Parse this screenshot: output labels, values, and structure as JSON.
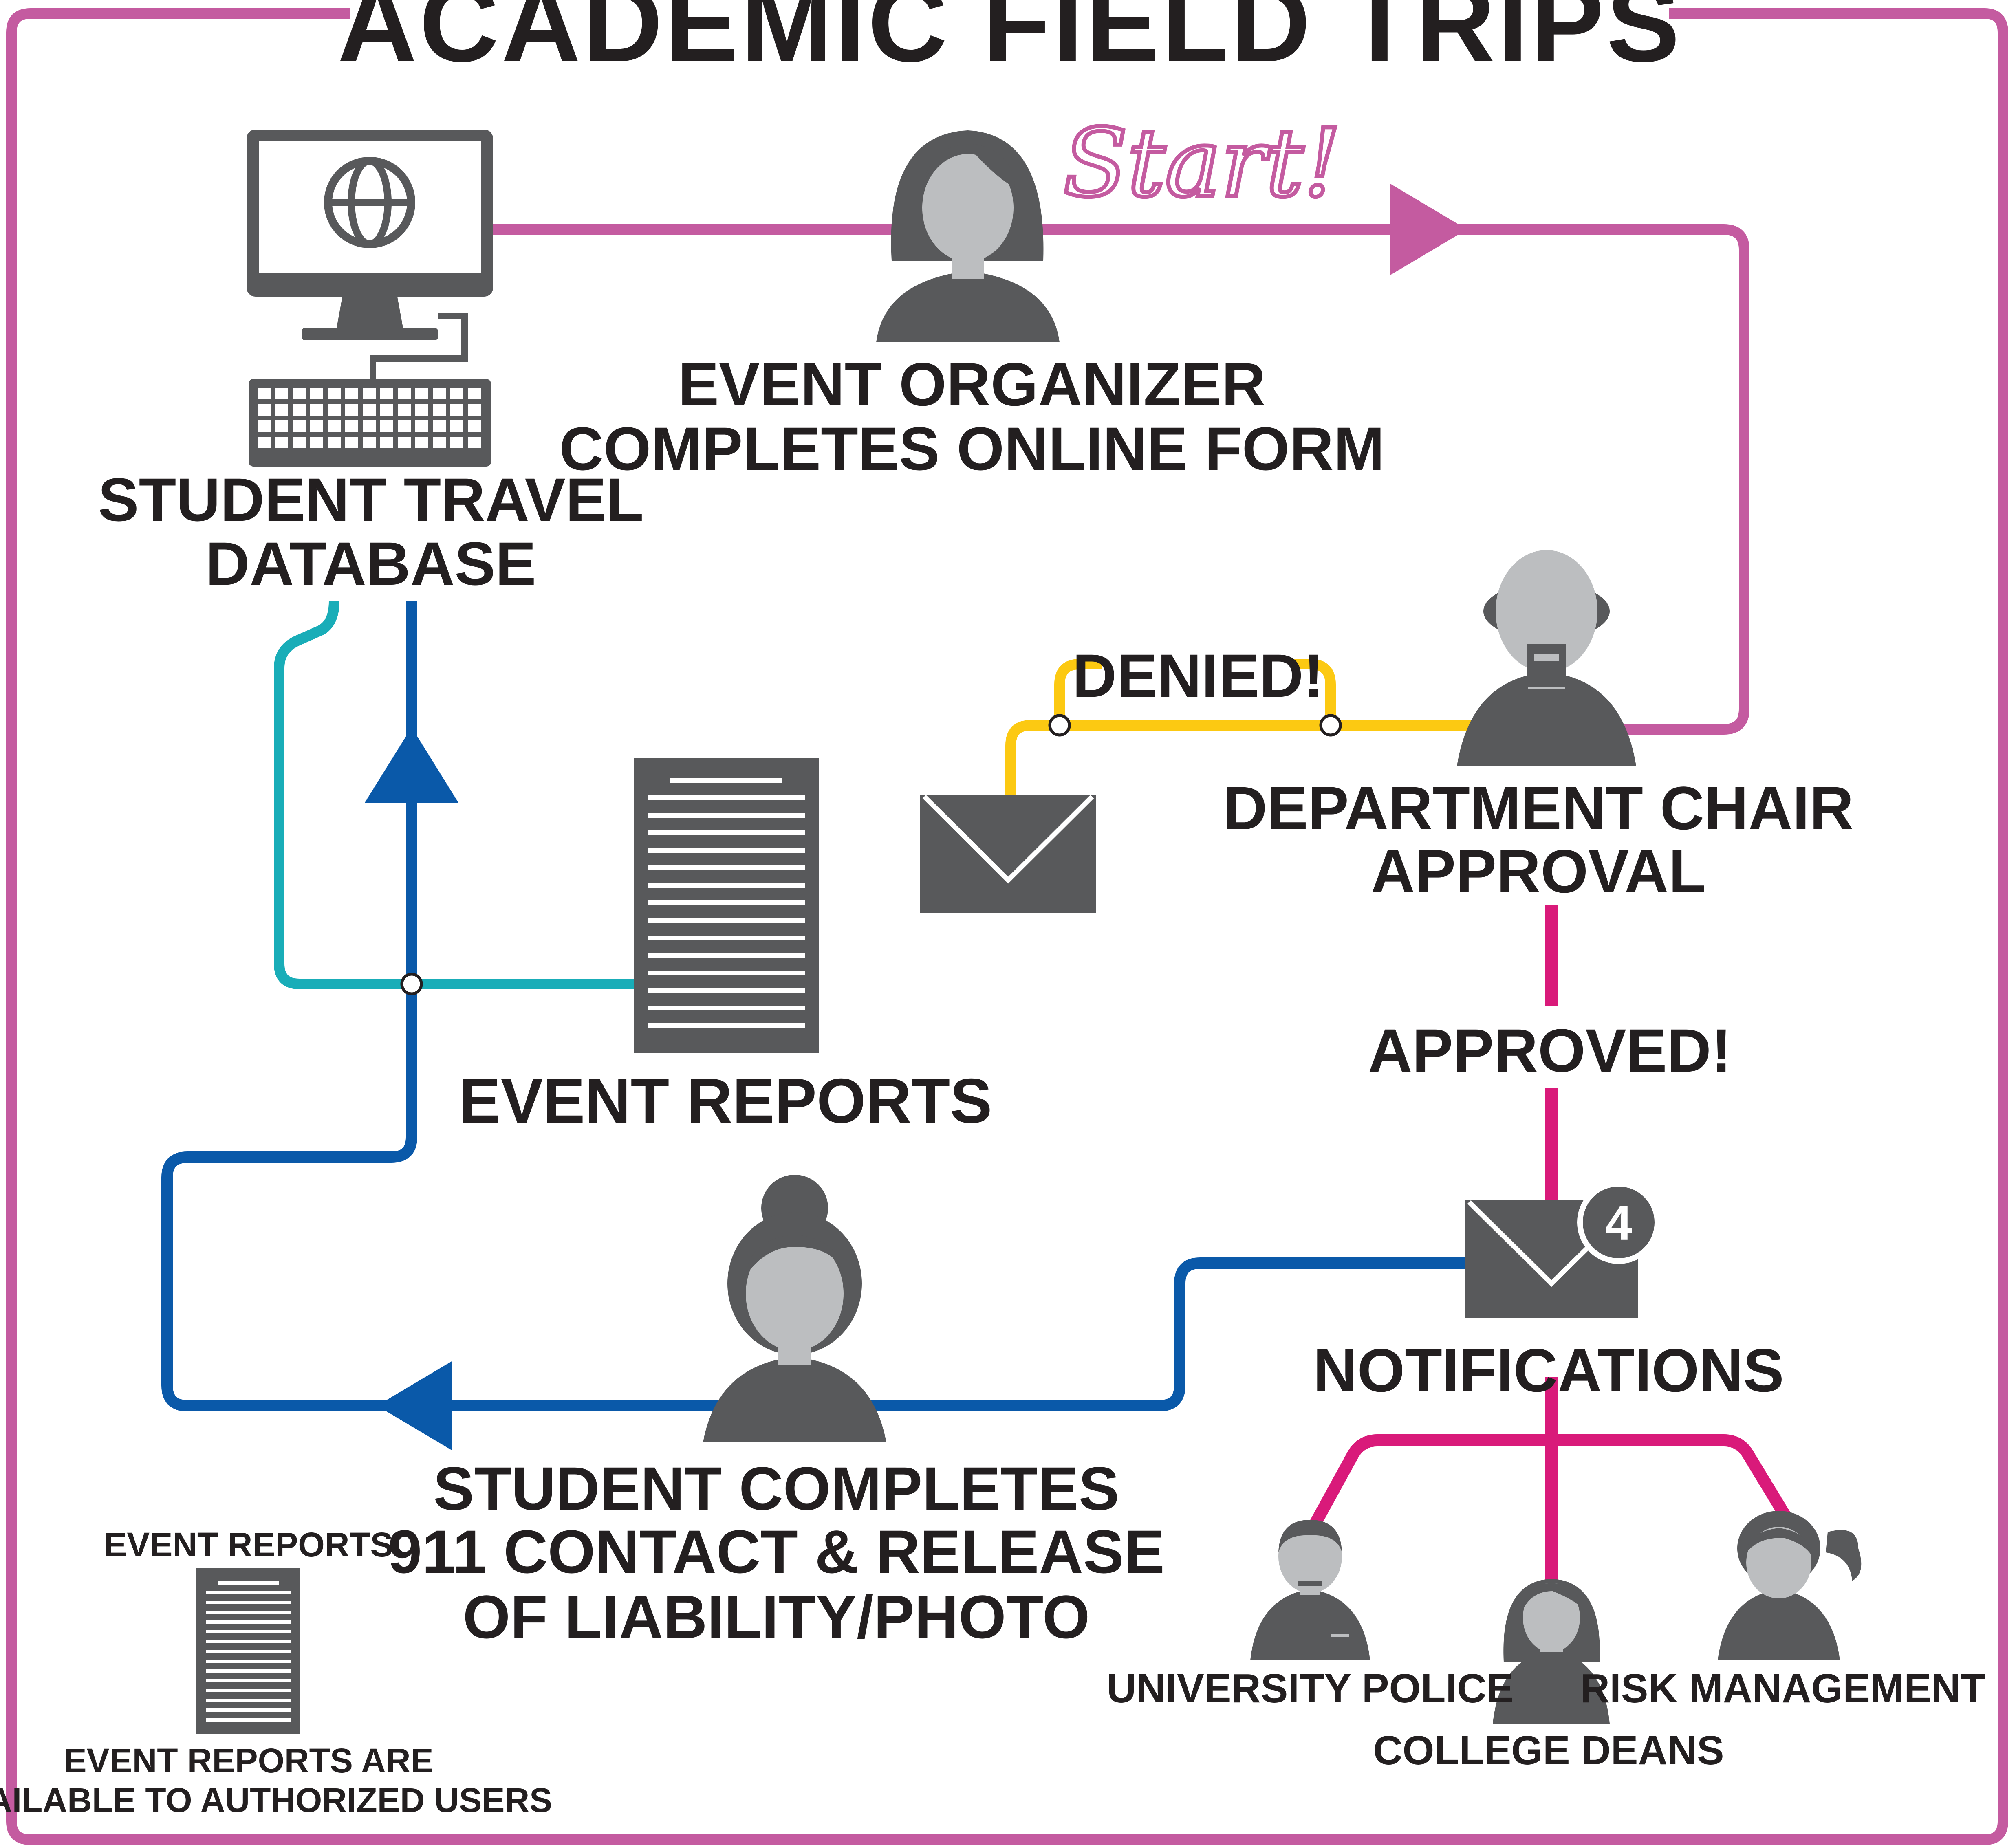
{
  "title": "ACADEMIC FIELD TRIPS",
  "start_label": "Start!",
  "nodes": {
    "database": {
      "label_line1": "STUDENT TRAVEL",
      "label_line2": "DATABASE",
      "icon": "computer-icon"
    },
    "organizer": {
      "label_line1": "EVENT ORGANIZER",
      "label_line2": "COMPLETES ONLINE FORM",
      "icon": "person-icon"
    },
    "chair": {
      "label_line1": "DEPARTMENT CHAIR",
      "label_line2": "APPROVAL",
      "icon": "person-icon"
    },
    "event_reports": {
      "label": "EVENT REPORTS",
      "icon": "document-icon"
    },
    "notifications": {
      "label": "NOTIFICATIONS",
      "badge": "4",
      "icon": "envelope-icon"
    },
    "student": {
      "label_line1": "STUDENT COMPLETES",
      "label_line2": "911 CONTACT & RELEASE",
      "label_line3": "OF LIABILITY/PHOTO",
      "icon": "person-icon"
    },
    "police": {
      "label": "UNIVERSITY POLICE"
    },
    "deans": {
      "label": "COLLEGE DEANS"
    },
    "risk": {
      "label": "RISK MANAGEMENT"
    }
  },
  "edges": {
    "denied": "DENIED!",
    "approved": "APPROVED!"
  },
  "legend": {
    "title": "EVENT REPORTS",
    "note_line1": "EVENT REPORTS ARE",
    "note_line2": "AVAILABLE TO AUTHORIZED USERS"
  },
  "colors": {
    "frame": "#c45ba0",
    "teal": "#19adb8",
    "blue": "#0a59a9",
    "yellow": "#fcc912",
    "magenta": "#d91a7a",
    "icon_dark": "#58595b",
    "icon_light": "#bcbec0",
    "text": "#231f20"
  }
}
